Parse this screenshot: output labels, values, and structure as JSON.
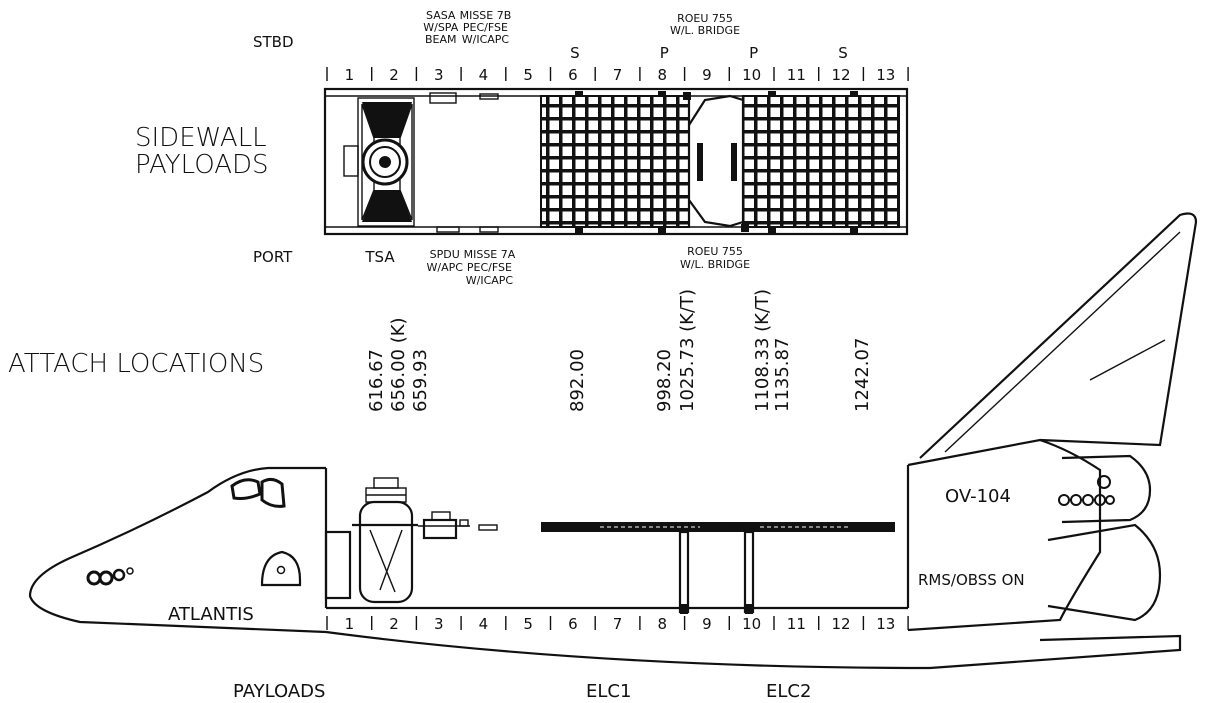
{
  "sidewall_label_line1": "SIDEWALL",
  "sidewall_label_line2": "PAYLOADS",
  "attach_label": "ATTACH LOCATIONS",
  "payloads_label": "PAYLOADS",
  "stbd_label": "STBD",
  "port_label": "PORT",
  "bays": [
    "1",
    "2",
    "3",
    "4",
    "5",
    "6",
    "7",
    "8",
    "9",
    "10",
    "11",
    "12",
    "13"
  ],
  "bay_marks": [
    {
      "bay": "6",
      "text": "S"
    },
    {
      "bay": "8",
      "text": "P"
    },
    {
      "bay": "10",
      "text": "P"
    },
    {
      "bay": "12",
      "text": "S"
    }
  ],
  "stbd_payloads": [
    {
      "bay": "3",
      "lines": [
        "SASA",
        "W/SPA",
        "BEAM"
      ]
    },
    {
      "bay": "4",
      "lines": [
        "MISSE 7B",
        "PEC/FSE",
        "W/ICAPC"
      ]
    },
    {
      "bay": "9",
      "lines": [
        "ROEU  755",
        "W/L. BRIDGE"
      ]
    }
  ],
  "port_payloads": [
    {
      "bay": "2",
      "lines": [
        "TSA"
      ]
    },
    {
      "bay": "3",
      "lines": [
        "SPDU",
        "W/APC"
      ]
    },
    {
      "bay": "4",
      "lines": [
        "MISSE 7A",
        "PEC/FSE",
        "W/ICAPC"
      ]
    },
    {
      "bay": "9",
      "lines": [
        "ROEU  755",
        "W/L. BRIDGE"
      ]
    }
  ],
  "attach_values": [
    {
      "id": "a1",
      "text": "616.67"
    },
    {
      "id": "a2",
      "text": "656.00 (K)"
    },
    {
      "id": "a3",
      "text": "659.93"
    },
    {
      "id": "a4",
      "text": "892.00"
    },
    {
      "id": "a5",
      "text": "998.20"
    },
    {
      "id": "a6",
      "text": "1025.73 (K/T)"
    },
    {
      "id": "a7",
      "text": "1108.33 (K/T)"
    },
    {
      "id": "a8",
      "text": "1135.87"
    },
    {
      "id": "a9",
      "text": "1242.07"
    }
  ],
  "orbiter_name": "ATLANTIS",
  "orbiter_id": "OV-104",
  "rms_label": "RMS/OBSS ON",
  "elc1_label": "ELC1",
  "elc2_label": "ELC2"
}
